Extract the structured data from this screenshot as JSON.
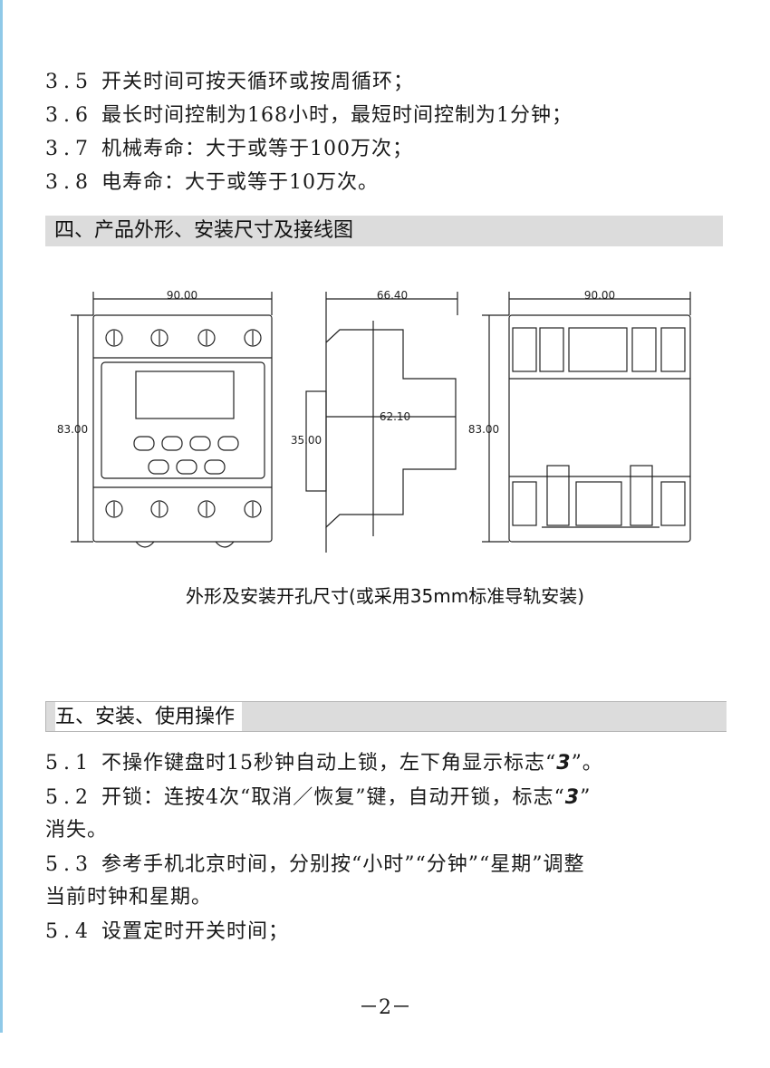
{
  "lines_top": [
    {
      "num": "3.5",
      "text": "开关时间可按天循环或按周循环；"
    },
    {
      "num": "3.6",
      "text": "最长时间控制为168小时，最短时间控制为1分钟；"
    },
    {
      "num": "3.7",
      "text": "机械寿命：大于或等于100万次；"
    },
    {
      "num": "3.8",
      "text": "电寿命：大于或等于10万次。"
    }
  ],
  "section4": {
    "title": "四、产品外形、安装尺寸及接线图"
  },
  "drawing": {
    "front": {
      "width_label": "90.00",
      "height_label": "83.00"
    },
    "side": {
      "width_label": "66.40",
      "inner_label": "62.10",
      "rail_label": "35.00"
    },
    "back": {
      "width_label": "90.00",
      "height_label": "83.00"
    },
    "caption": "外形及安装开孔尺寸(或采用35mm标准导轨安装)"
  },
  "section5": {
    "title": "五、安装、使用操作"
  },
  "lines_bottom": [
    {
      "num": "5.1",
      "text_a": "不操作键盘时15秒钟自动上锁，左下角显示标志“",
      "symbol": "3",
      "text_b": "”。"
    },
    {
      "num": "5.2",
      "text_a": "开锁：连按4次“取消／恢复”键，自动开锁，标志“",
      "symbol": "3",
      "text_b": "”",
      "cont": "消失。"
    },
    {
      "num": "5.3",
      "text_a": "参考手机北京时间，分别按“小时”“分钟”“星期”调整",
      "cont": "当前时钟和星期。"
    },
    {
      "num": "5.4",
      "text_a": "设置定时开关时间；"
    }
  ],
  "page_number": "－2－"
}
